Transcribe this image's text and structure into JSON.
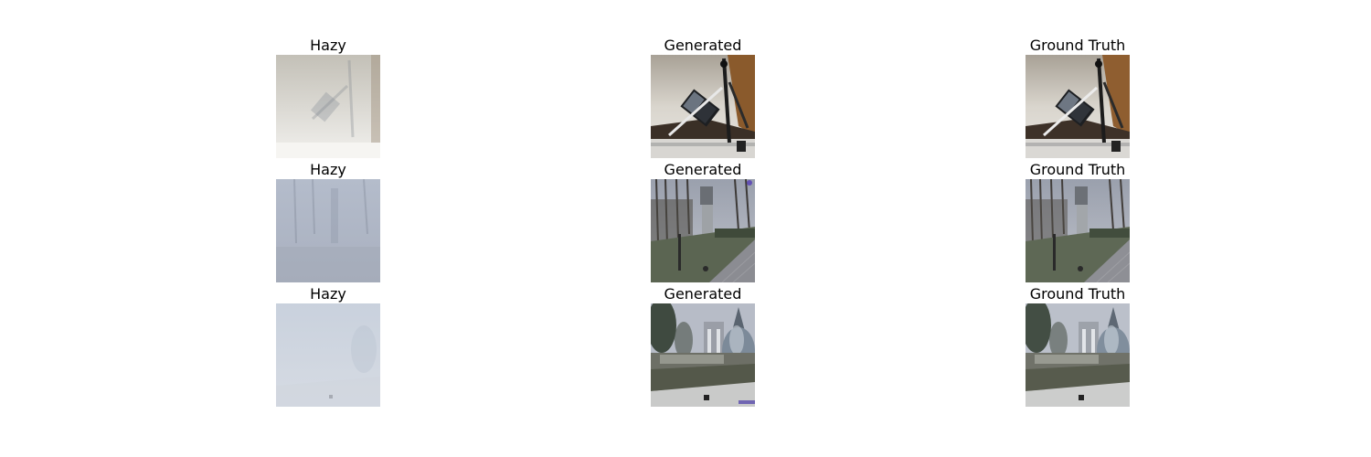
{
  "figure": {
    "columns": [
      "Hazy",
      "Generated",
      "Ground Truth"
    ],
    "rows": [
      {
        "scene": "telescope-mount-indoor",
        "panels": [
          {
            "title": "Hazy",
            "image": "hazy-telescope-image"
          },
          {
            "title": "Generated",
            "image": "generated-telescope-image"
          },
          {
            "title": "Ground Truth",
            "image": "ground-truth-telescope-image"
          }
        ]
      },
      {
        "scene": "foggy-park-statue",
        "panels": [
          {
            "title": "Hazy",
            "image": "hazy-park-statue-image"
          },
          {
            "title": "Generated",
            "image": "generated-park-statue-image"
          },
          {
            "title": "Ground Truth",
            "image": "ground-truth-park-statue-image"
          }
        ]
      },
      {
        "scene": "foggy-garden-frost-tree",
        "panels": [
          {
            "title": "Hazy",
            "image": "hazy-garden-image"
          },
          {
            "title": "Generated",
            "image": "generated-garden-image"
          },
          {
            "title": "Ground Truth",
            "image": "ground-truth-garden-image"
          }
        ]
      }
    ]
  }
}
